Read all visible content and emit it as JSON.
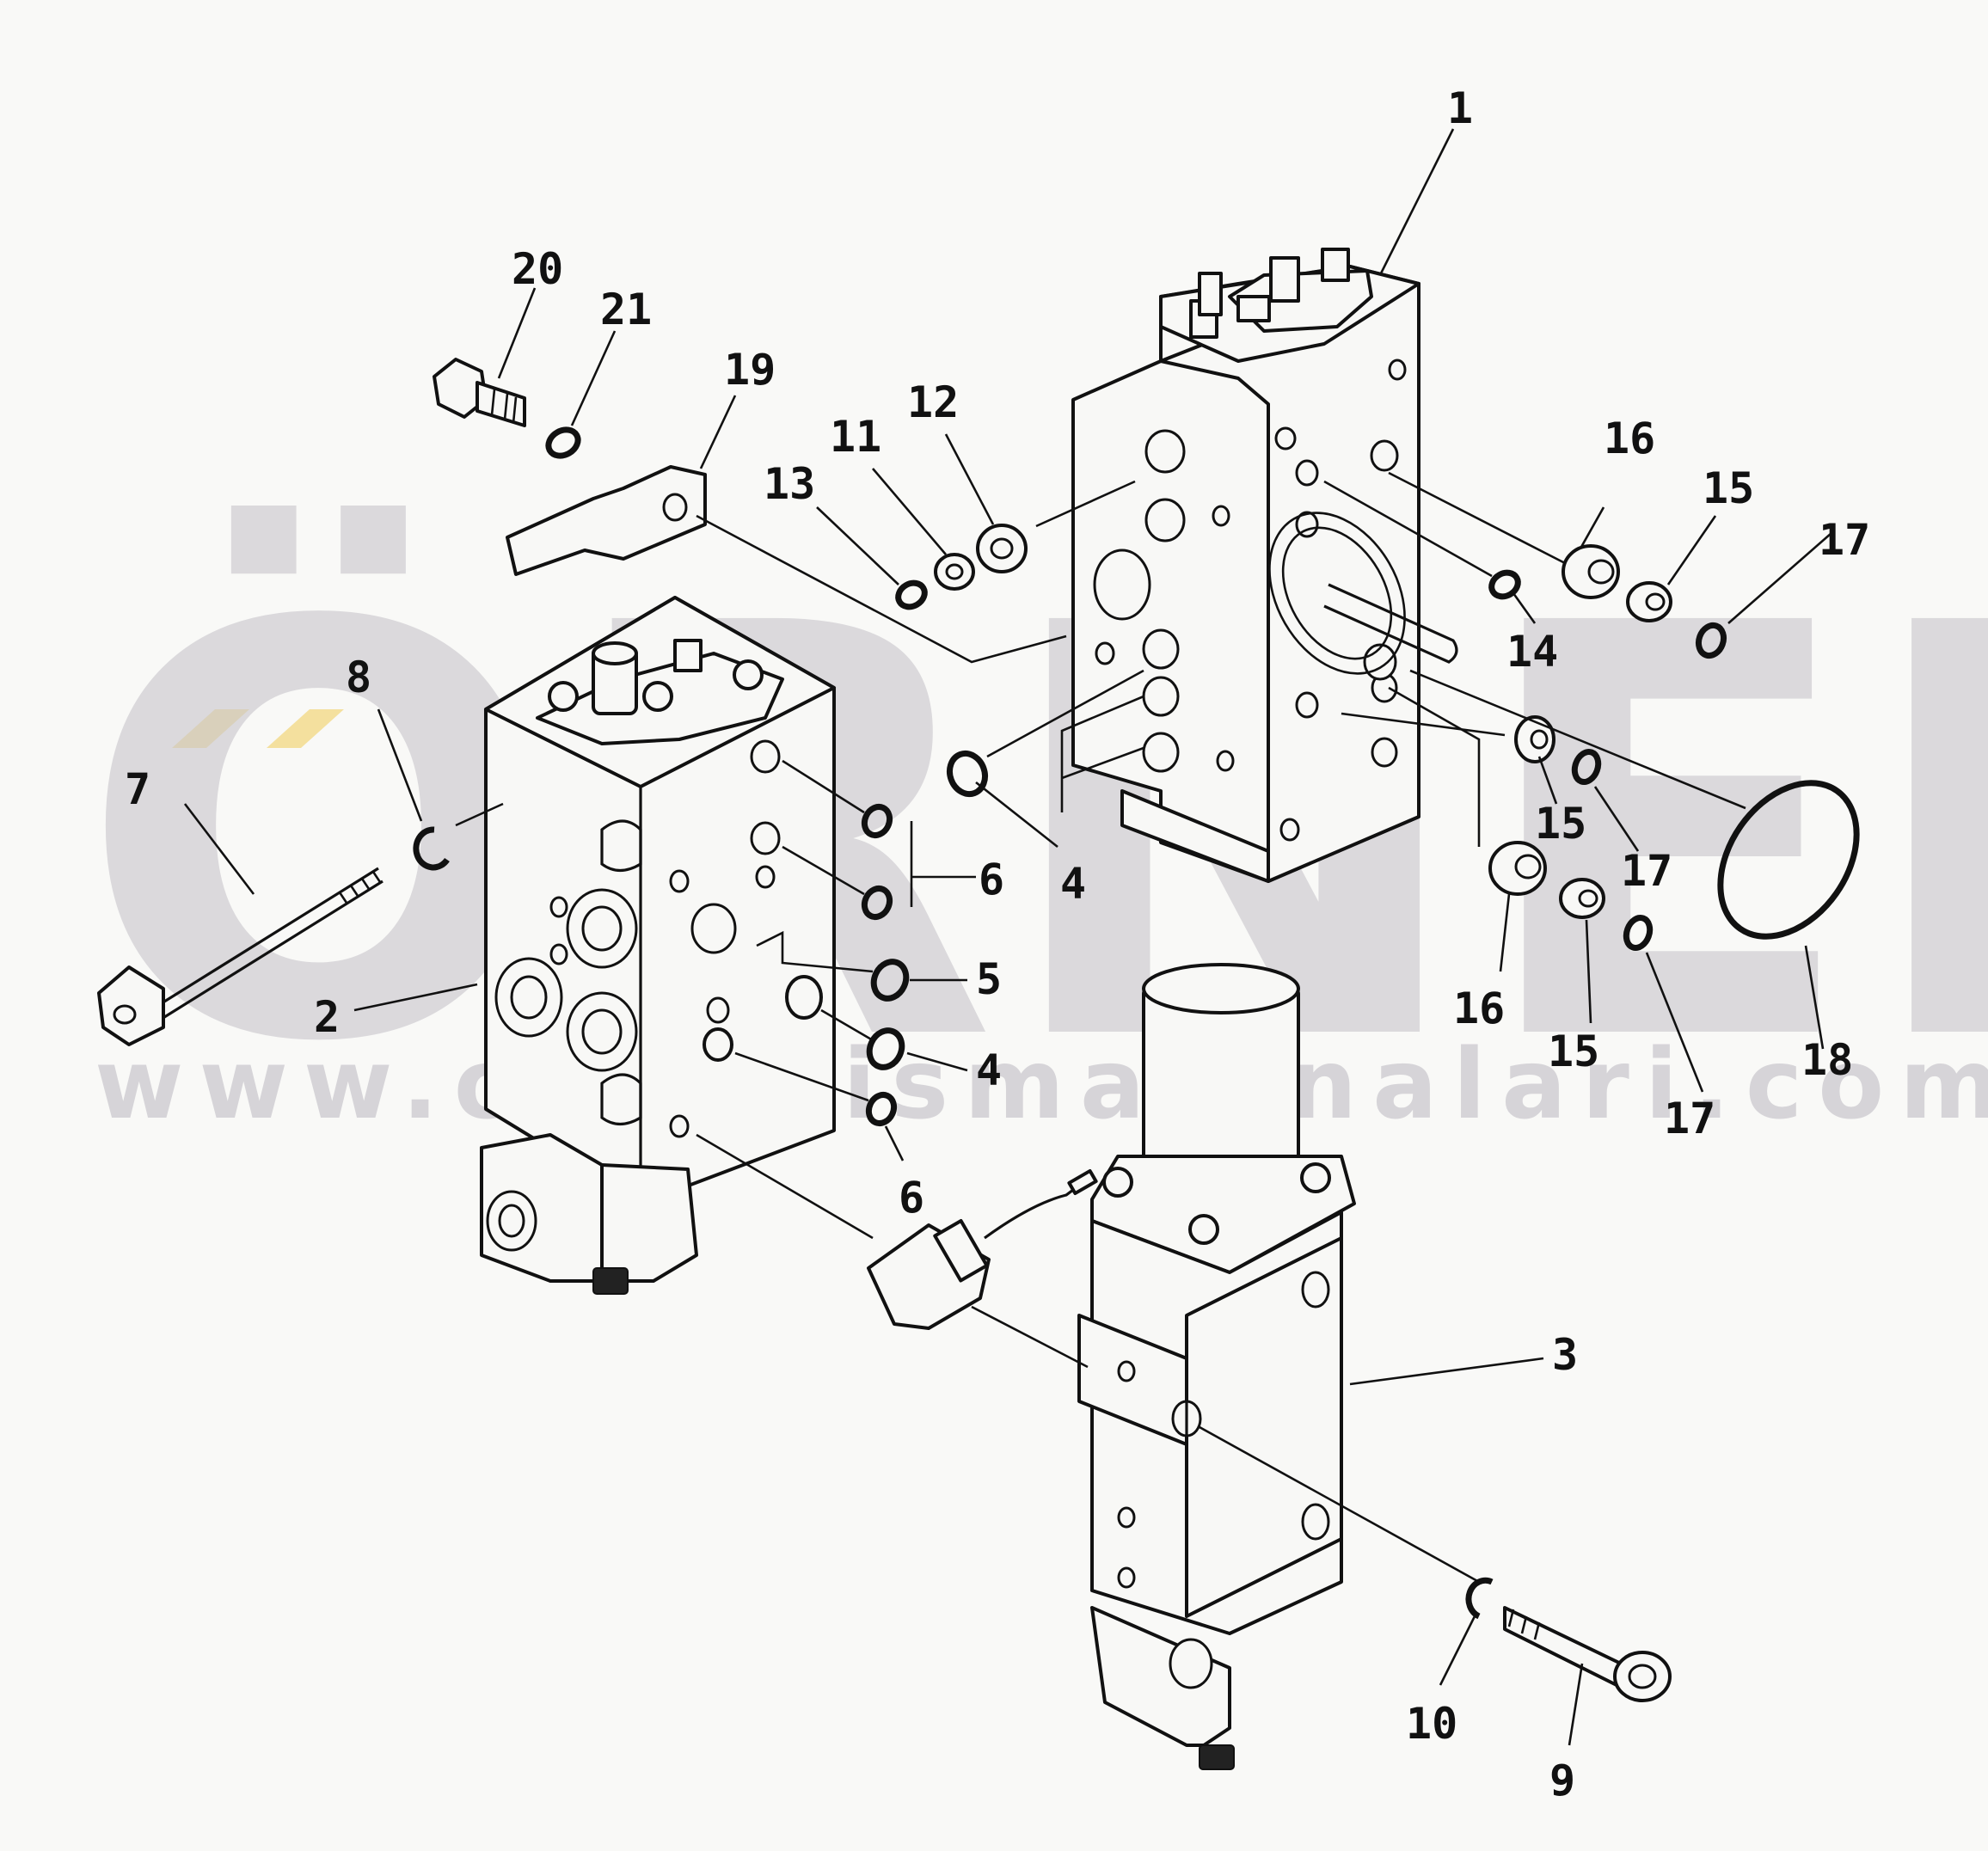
{
  "watermark": {
    "logo_text": "ÖRNEK",
    "website": "www.ornekismakinalari.com.tr",
    "accent_color": "#f3dc8e",
    "text_color": "#c9c7cd"
  },
  "callouts": [
    {
      "id": "c1",
      "label": "1"
    },
    {
      "id": "c2",
      "label": "2"
    },
    {
      "id": "c3",
      "label": "3"
    },
    {
      "id": "c4a",
      "label": "4"
    },
    {
      "id": "c4b",
      "label": "4"
    },
    {
      "id": "c5",
      "label": "5"
    },
    {
      "id": "c6a",
      "label": "6"
    },
    {
      "id": "c6b",
      "label": "6"
    },
    {
      "id": "c7",
      "label": "7"
    },
    {
      "id": "c8",
      "label": "8"
    },
    {
      "id": "c9",
      "label": "9"
    },
    {
      "id": "c10",
      "label": "10"
    },
    {
      "id": "c11",
      "label": "11"
    },
    {
      "id": "c12",
      "label": "12"
    },
    {
      "id": "c13",
      "label": "13"
    },
    {
      "id": "c14",
      "label": "14"
    },
    {
      "id": "c15a",
      "label": "15"
    },
    {
      "id": "c15b",
      "label": "15"
    },
    {
      "id": "c15c",
      "label": "15"
    },
    {
      "id": "c16a",
      "label": "16"
    },
    {
      "id": "c16b",
      "label": "16"
    },
    {
      "id": "c17a",
      "label": "17"
    },
    {
      "id": "c17b",
      "label": "17"
    },
    {
      "id": "c17c",
      "label": "17"
    },
    {
      "id": "c18",
      "label": "18"
    },
    {
      "id": "c19",
      "label": "19"
    },
    {
      "id": "c20",
      "label": "20"
    },
    {
      "id": "c21",
      "label": "21"
    }
  ]
}
